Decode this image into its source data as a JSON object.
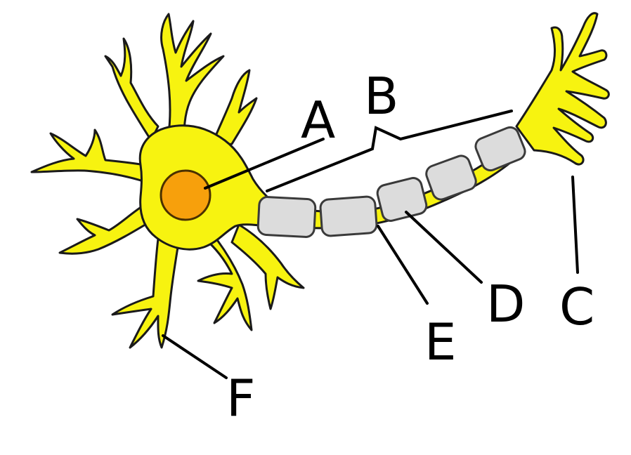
{
  "diagram": {
    "labels": {
      "A": "A",
      "B": "B",
      "C": "C",
      "D": "D",
      "E": "E",
      "F": "F"
    },
    "colors": {
      "cell_body": "#f7f310",
      "nucleus": "#f7a00c",
      "myelin": "#dcdcdc",
      "outline": "#1a1a1a",
      "background": "#ffffff"
    }
  }
}
